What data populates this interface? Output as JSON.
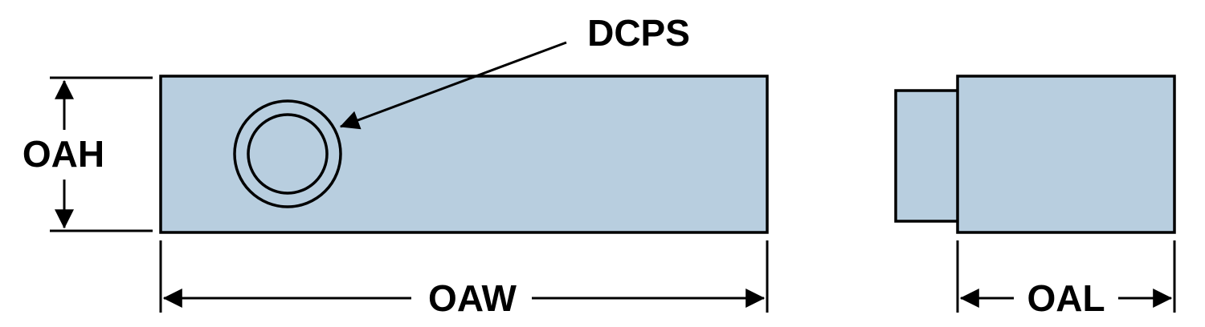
{
  "diagram": {
    "title": "tool-block-dimension-drawing",
    "labels": {
      "dcps": "DCPS",
      "oah": "OAH",
      "oaw": "OAW",
      "oal": "OAL"
    },
    "colors": {
      "part_fill": "#b8cedf",
      "line": "#000000",
      "background": "#ffffff"
    }
  }
}
